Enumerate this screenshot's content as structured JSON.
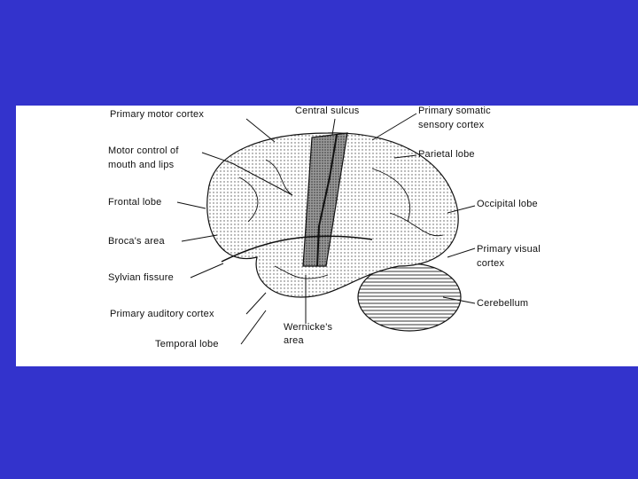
{
  "labels": {
    "primary_motor_cortex": "Primary motor cortex",
    "central_sulcus": "Central sulcus",
    "primary_somatic_1": "Primary somatic",
    "primary_somatic_2": "sensory cortex",
    "motor_control_1": "Motor control of",
    "motor_control_2": "mouth and lips",
    "parietal_lobe": "Parietal lobe",
    "frontal_lobe": "Frontal lobe",
    "occipital_lobe": "Occipital lobe",
    "brocas_area": "Broca's area",
    "primary_visual_1": "Primary visual",
    "primary_visual_2": "cortex",
    "sylvian_fissure": "Sylvian fissure",
    "cerebellum": "Cerebellum",
    "primary_auditory_cortex": "Primary auditory cortex",
    "wernickes_1": "Wernicke's",
    "wernickes_2": "area",
    "temporal_lobe": "Temporal lobe"
  },
  "colors": {
    "background": "#3333cc",
    "panel": "#ffffff"
  }
}
